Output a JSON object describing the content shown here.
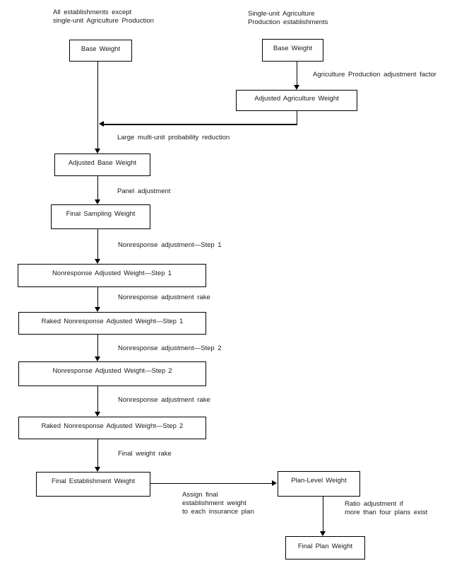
{
  "diagram": {
    "title_hint": "Establishment weighting process flowchart",
    "colors": {
      "background": "#ffffff",
      "line": "#000000",
      "box_border": "#000000",
      "text": "#1a1a1a"
    },
    "branch_headers": {
      "left": "All establishments except\nsingle-unit Agriculture Production",
      "right": "Single-unit Agriculture\nProduction establishments"
    },
    "nodes": {
      "base_weight_left": "Base Weight",
      "base_weight_right": "Base Weight",
      "adjusted_agriculture_weight": "Adjusted Agriculture Weight",
      "adjusted_base_weight": "Adjusted Base Weight",
      "final_sampling_weight": "Final Sampling Weight",
      "nonresponse_adjusted_weight_step1": "Nonresponse Adjusted Weight—Step 1",
      "raked_nonresponse_adjusted_weight_step1": "Raked Nonresponse Adjusted Weight—Step 1",
      "nonresponse_adjusted_weight_step2": "Nonresponse Adjusted Weight—Step 2",
      "raked_nonresponse_adjusted_weight_step2": "Raked Nonresponse Adjusted Weight—Step 2",
      "final_establishment_weight": "Final Establishment Weight",
      "plan_level_weight": "Plan-Level Weight",
      "final_plan_weight": "Final Plan Weight"
    },
    "edge_labels": {
      "agriculture_adjustment_factor": "Agriculture Production adjustment factor",
      "large_multi_unit_reduction": "Large multi-unit probability reduction",
      "panel_adjustment": "Panel adjustment",
      "nonresponse_adjustment_step1": "Nonresponse adjustment—Step 1",
      "nonresponse_adjustment_rake1": "Nonresponse adjustment rake",
      "nonresponse_adjustment_step2": "Nonresponse adjustment—Step 2",
      "nonresponse_adjustment_rake2": "Nonresponse adjustment rake",
      "final_weight_rake": "Final weight rake",
      "assign_final": "Assign final\nestablishment weight\nto each insurance plan",
      "ratio_adjustment": "Ratio adjustment if\nmore than four plans exist"
    }
  }
}
